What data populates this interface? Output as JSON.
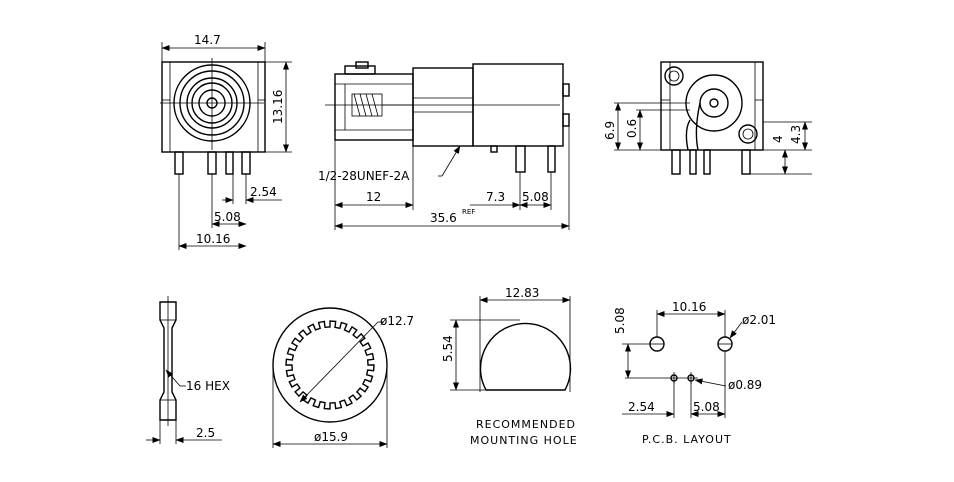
{
  "views": {
    "front": {
      "width": "14.7",
      "height": "13.16",
      "pin_spacing": "2.54",
      "pin_pitch": "5.08",
      "pin_span": "10.16"
    },
    "side": {
      "thread": "1/2-28UNEF-2A",
      "barrel_length": "12",
      "pin_offset": "7.3",
      "pin_pitch": "5.08",
      "overall_length": "35.6",
      "ref": "REF"
    },
    "rear": {
      "height_a": "6.9",
      "height_b": "0.6",
      "height_c": "4",
      "height_d": "4.3"
    },
    "nut": {
      "hex": "16 HEX",
      "thickness": "2.5"
    },
    "washer": {
      "inner_dia": "ø12.7",
      "outer_dia": "ø15.9"
    },
    "mounting_hole": {
      "width": "12.83",
      "height": "5.54",
      "caption_line1": "RECOMMENDED",
      "caption_line2": "MOUNTING  HOLE"
    },
    "pcb": {
      "vertical": "5.08",
      "span": "10.16",
      "large_hole": "ø2.01",
      "small_hole": "ø0.89",
      "offset": "2.54",
      "pitch": "5.08",
      "caption": "P.C.B.  LAYOUT"
    }
  }
}
